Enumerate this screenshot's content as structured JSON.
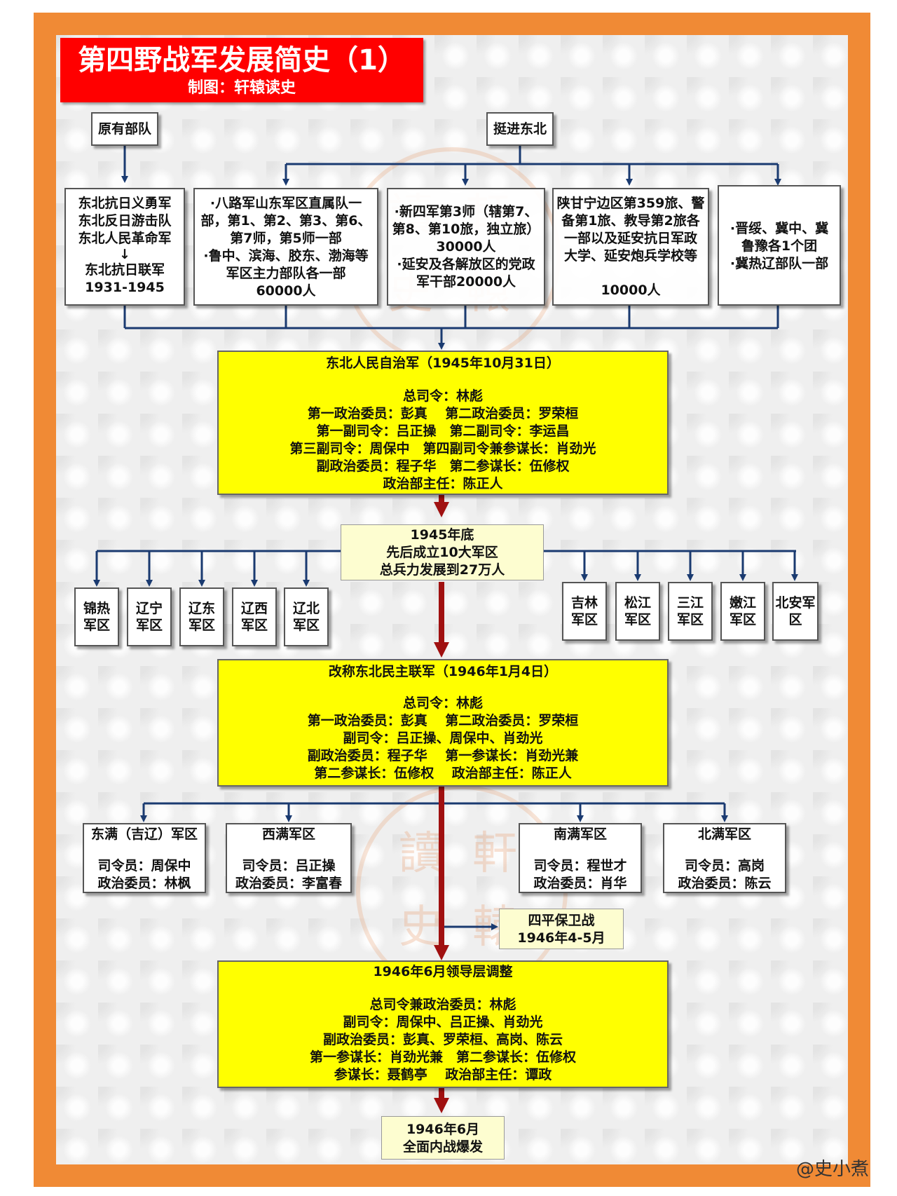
{
  "title": "第四野战军发展简史（1）",
  "subtitle": "制图：轩辕读史",
  "roots": {
    "left": "原有部队",
    "right": "挺进东北"
  },
  "sources": [
    {
      "lines": [
        "东北抗日义勇军",
        "东北反日游击队",
        "东北人民革命军",
        "↓",
        "东北抗日联军",
        "1931-1945"
      ]
    },
    {
      "lines": [
        "·八路军山东军区直属队一",
        "部，第1、第2、第3、第6、",
        "第7师，第5师一部",
        "·鲁中、滨海、胶东、渤海等",
        "军区主力部队各一部",
        "60000人"
      ]
    },
    {
      "lines": [
        "·新四军第3师（辖第7、",
        "第8、第10旅，独立旅）",
        "30000人",
        "·延安及各解放区的党政",
        "军干部20000人"
      ]
    },
    {
      "lines": [
        "陕甘宁边区第359旅、警",
        "备第1旅、教导第2旅各",
        "一部以及延安抗日军政",
        "大学、延安炮兵学校等",
        "",
        "10000人"
      ]
    },
    {
      "lines": [
        "·晋绥、冀中、冀",
        "鲁豫各1个团",
        "·冀热辽部队一部"
      ]
    }
  ],
  "army1": {
    "title": "东北人民自治军（1945年10月31日）",
    "lines": [
      "总司令：林彪",
      "第一政治委员：彭真　 第二政治委员：罗荣桓",
      "第一副司令：吕正操　第二副司令：李运昌",
      "第三副司令：周保中　第四副司令兼参谋长：肖劲光",
      "副政治委员：程子华　第二参谋长：伍修权",
      "政治部主任：陈正人"
    ]
  },
  "event1": {
    "lines": [
      "1945年底",
      "先后成立10大军区",
      "总兵力发展到27万人"
    ]
  },
  "districts_left": [
    {
      "lines": [
        "锦热",
        "军区"
      ]
    },
    {
      "lines": [
        "辽宁",
        "军区"
      ]
    },
    {
      "lines": [
        "辽东",
        "军区"
      ]
    },
    {
      "lines": [
        "辽西",
        "军区"
      ]
    },
    {
      "lines": [
        "辽北",
        "军区"
      ]
    }
  ],
  "districts_right": [
    {
      "lines": [
        "吉林",
        "军区"
      ]
    },
    {
      "lines": [
        "松江",
        "军区"
      ]
    },
    {
      "lines": [
        "三江",
        "军区"
      ]
    },
    {
      "lines": [
        "嫩江",
        "军区"
      ]
    },
    {
      "lines": [
        "北安军",
        "区"
      ]
    }
  ],
  "army2": {
    "title": "改称东北民主联军（1946年1月4日）",
    "lines": [
      "总司令：林彪",
      "第一政治委员：彭真　 第二政治委员：罗荣桓",
      "副司令：吕正操、周保中、肖劲光",
      "副政治委员：程子华　 第一参谋长：肖劲光兼",
      "第二参谋长：伍修权　 政治部主任：陈正人"
    ]
  },
  "regions": [
    {
      "lines": [
        "东满（吉辽）军区",
        "",
        "司令员：周保中",
        "政治委员：林枫"
      ]
    },
    {
      "lines": [
        "西满军区",
        "",
        "司令员：吕正操",
        "政治委员：李富春"
      ]
    },
    {
      "lines": [
        "南满军区",
        "",
        "司令员：程世才",
        "政治委员：肖华"
      ]
    },
    {
      "lines": [
        "北满军区",
        "",
        "司令员：高岗",
        "政治委员：陈云"
      ]
    }
  ],
  "battle": {
    "lines": [
      "四平保卫战",
      "1946年4-5月"
    ]
  },
  "army3": {
    "title": "1946年6月领导层调整",
    "lines": [
      "总司令兼政治委员：林彪",
      "副司令：周保中、吕正操、肖劲光",
      "副政治委员：彭真、罗荣桓、高岗、陈云",
      "第一参谋长：肖劲光兼　第二参谋长：伍修权",
      "参谋长：聂鹤亭　 政治部主任：谭政"
    ]
  },
  "final": {
    "lines": [
      "1946年6月",
      "全面内战爆发"
    ]
  },
  "stamp_chars": [
    "讀",
    "軒",
    "史",
    "轅"
  ],
  "watermark": "@史小煮",
  "colors": {
    "frame": "#f08a35",
    "title_bg": "#ff0000",
    "highlight": "#ffff00",
    "arrow": "#a01010"
  }
}
